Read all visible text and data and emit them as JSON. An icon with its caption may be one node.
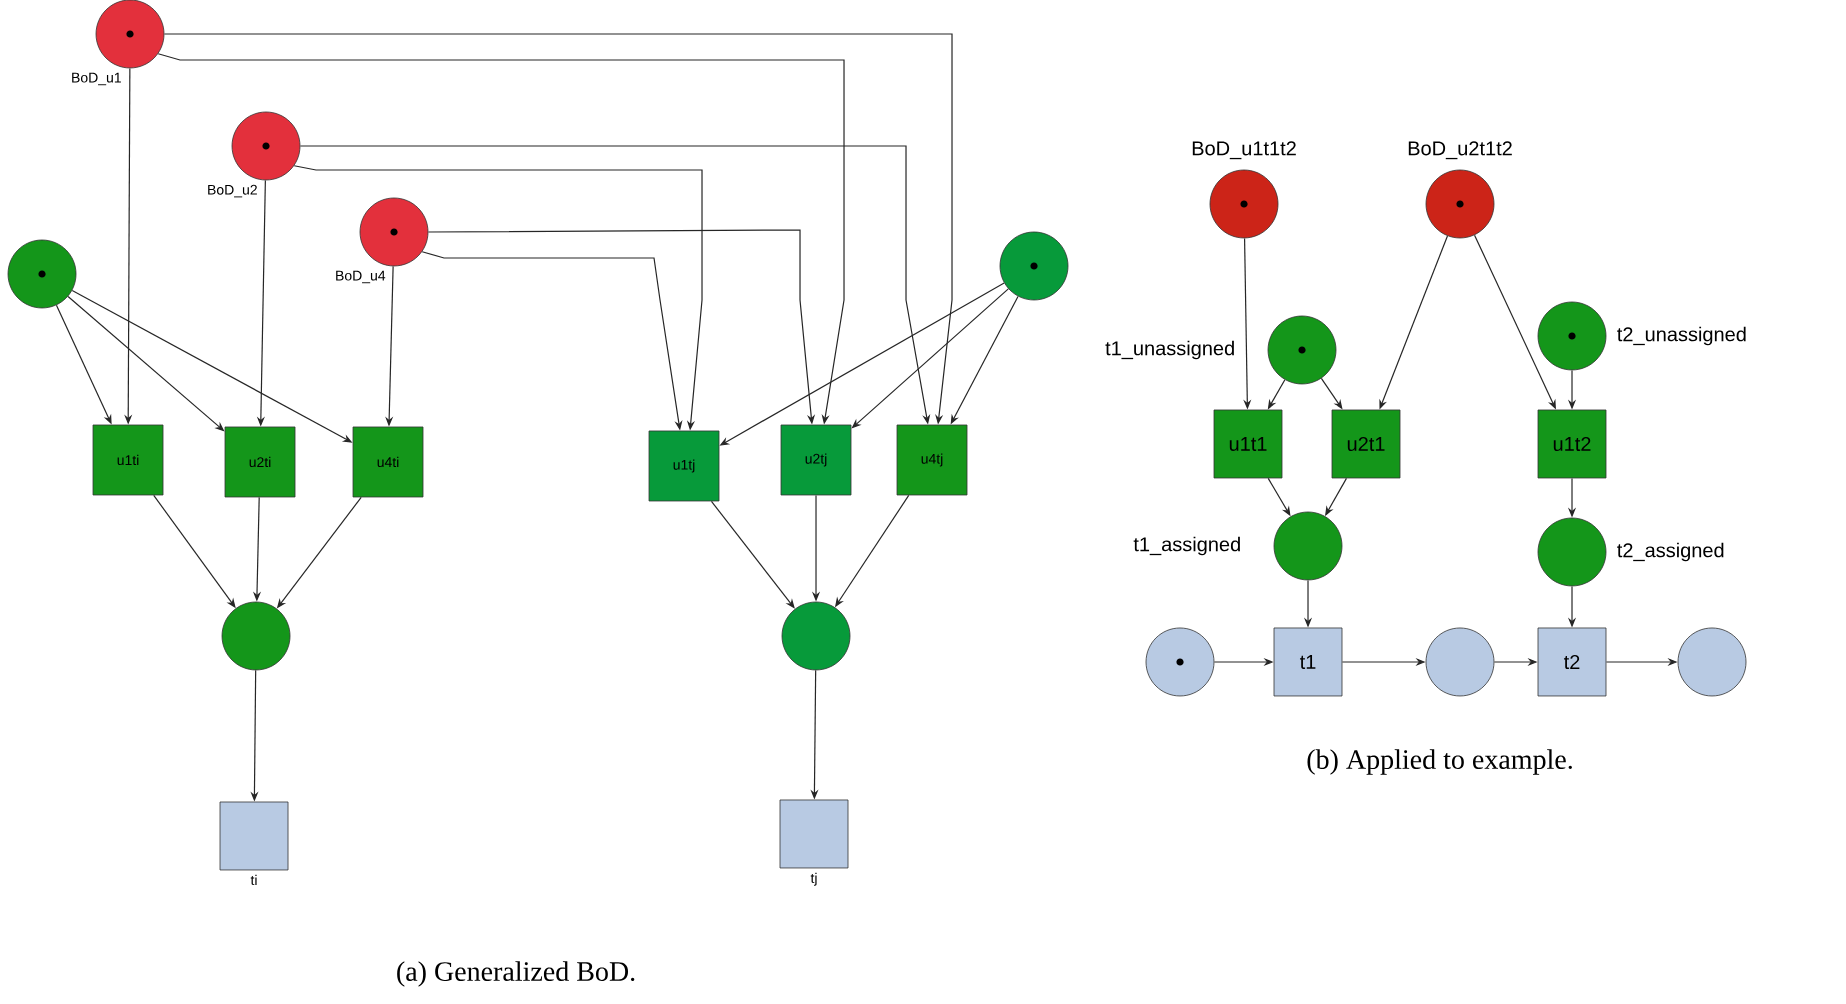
{
  "diagram": {
    "nodes": [
      {
        "text": [
          "BoD_u1"
        ]
      },
      {
        "text": [
          "BoD_u2"
        ]
      },
      {
        "text": [
          "BoD_u4"
        ]
      },
      {
        "text": [],
        "shape": "circle"
      },
      {
        "text": [],
        "shape": "circle"
      },
      {
        "text": [
          "u1ti"
        ]
      },
      {
        "text": [
          "u2ti"
        ]
      },
      {
        "text": [
          "u4ti"
        ]
      },
      {
        "text": [
          "u1tj"
        ]
      },
      {
        "text": [
          "u2tj"
        ]
      },
      {
        "text": [
          "u4tj"
        ]
      },
      {
        "text": [],
        "shape": "circle"
      },
      {
        "text": [],
        "shape": "circle"
      },
      {
        "text": [
          "ti"
        ]
      },
      {
        "text": [
          "tj"
        ]
      },
      {
        "text": [
          "BoD_u1t1t2"
        ]
      },
      {
        "text": [
          "BoD_u2t1t2"
        ]
      },
      {
        "text": [
          "t1_unassigned"
        ]
      },
      {
        "text": [
          "t2_unassigned"
        ]
      },
      {
        "text": [
          "u1t1"
        ]
      },
      {
        "text": [
          "u2t1"
        ]
      },
      {
        "text": [
          "u1t2"
        ]
      },
      {
        "text": [
          "t1_assigned"
        ]
      },
      {
        "text": [
          "t2_assigned"
        ]
      },
      {
        "text": [],
        "shape": "circle"
      },
      {
        "text": [
          "t1"
        ]
      },
      {
        "text": [],
        "shape": "circle"
      },
      {
        "text": [
          "t2"
        ]
      },
      {
        "text": [],
        "shape": "circle"
      }
    ],
    "edges": [
      {
        "from": 0,
        "to": 5,
        "arrow": "to"
      },
      {
        "from": 0,
        "to": 10,
        "arrow": "to"
      },
      {
        "from": 0,
        "to": 9,
        "arrow": "to"
      },
      {
        "from": 1,
        "to": 6,
        "arrow": "to"
      },
      {
        "from": 1,
        "to": 10,
        "arrow": "to"
      },
      {
        "from": 1,
        "to": 8,
        "arrow": "to"
      },
      {
        "from": 2,
        "to": 7,
        "arrow": "to"
      },
      {
        "from": 2,
        "to": 9,
        "arrow": "to"
      },
      {
        "from": 2,
        "to": 8,
        "arrow": "to"
      },
      {
        "from": 3,
        "to": 5,
        "arrow": "to"
      },
      {
        "from": 3,
        "to": 6,
        "arrow": "to"
      },
      {
        "from": 3,
        "to": 7,
        "arrow": "to"
      },
      {
        "from": 4,
        "to": 8,
        "arrow": "to"
      },
      {
        "from": 4,
        "to": 9,
        "arrow": "to"
      },
      {
        "from": 4,
        "to": 10,
        "arrow": "to"
      },
      {
        "from": 5,
        "to": 11,
        "arrow": "to"
      },
      {
        "from": 6,
        "to": 11,
        "arrow": "to"
      },
      {
        "from": 7,
        "to": 11,
        "arrow": "to"
      },
      {
        "from": 11,
        "to": 13,
        "arrow": "to"
      },
      {
        "from": 8,
        "to": 12,
        "arrow": "to"
      },
      {
        "from": 9,
        "to": 12,
        "arrow": "to"
      },
      {
        "from": 10,
        "to": 12,
        "arrow": "to"
      },
      {
        "from": 12,
        "to": 14,
        "arrow": "to"
      },
      {
        "from": 15,
        "to": 19,
        "arrow": "to"
      },
      {
        "from": 16,
        "to": 20,
        "arrow": "to"
      },
      {
        "from": 16,
        "to": 21,
        "arrow": "to"
      },
      {
        "from": 17,
        "to": 19,
        "arrow": "to"
      },
      {
        "from": 17,
        "to": 20,
        "arrow": "to"
      },
      {
        "from": 18,
        "to": 21,
        "arrow": "to"
      },
      {
        "from": 19,
        "to": 22,
        "arrow": "to"
      },
      {
        "from": 20,
        "to": 22,
        "arrow": "to"
      },
      {
        "from": 21,
        "to": 23,
        "arrow": "to"
      },
      {
        "from": 22,
        "to": 25,
        "arrow": "to"
      },
      {
        "from": 23,
        "to": 27,
        "arrow": "to"
      },
      {
        "from": 24,
        "to": 25,
        "arrow": "to"
      },
      {
        "from": 25,
        "to": 26,
        "arrow": "to"
      },
      {
        "from": 26,
        "to": 27,
        "arrow": "to"
      },
      {
        "from": 27,
        "to": 28,
        "arrow": "to"
      }
    ],
    "labels": [
      "(a) Generalized BoD.",
      "(b) Applied to example."
    ]
  }
}
